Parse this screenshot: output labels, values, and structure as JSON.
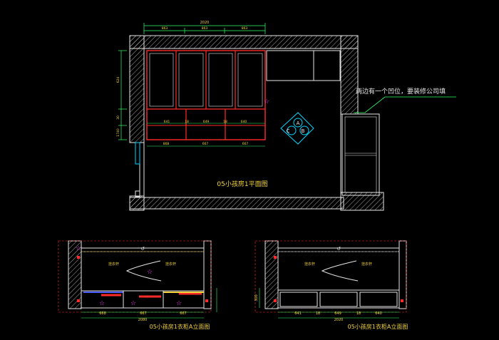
{
  "colors": {
    "background": "#000000",
    "wall": "#e6e6e6",
    "cabinet": "#ff2a2a",
    "dimension": "#33ff66",
    "text": "#f2d43a",
    "title": "#f2d43a",
    "symbol": "#00d6ff",
    "marker": "#ff40ff",
    "annotation": "#ffffff"
  },
  "plan": {
    "title": "05小孩房1平面图",
    "note": "两边有一个凹位，要装修公司填",
    "overall_width": "2020",
    "top_segments": [
      "863",
      "863",
      "863"
    ],
    "cabinet_widths": [
      "641",
      "18",
      "649",
      "18",
      "640"
    ],
    "base_widths": [
      "868",
      "667",
      "667"
    ],
    "left_dims": [
      "624",
      "30",
      "1740"
    ],
    "section_marks": {
      "a": "A",
      "b": "B",
      "c": "C"
    }
  },
  "elevation_a": {
    "title": "05小孩房1衣柜A立面图",
    "label_1": "挂衣杆",
    "label_2": "挂衣杆",
    "bottom_segments": [
      "668",
      "667",
      "667"
    ],
    "overall": "2080"
  },
  "elevation_b": {
    "title": "05小孩房1衣柜A立面图",
    "label_1": "挂衣杆",
    "label_2": "挂衣杆",
    "bottom_segments": [
      "641",
      "18",
      "649",
      "18",
      "640"
    ],
    "overall": "2020",
    "side_dim": "300"
  }
}
